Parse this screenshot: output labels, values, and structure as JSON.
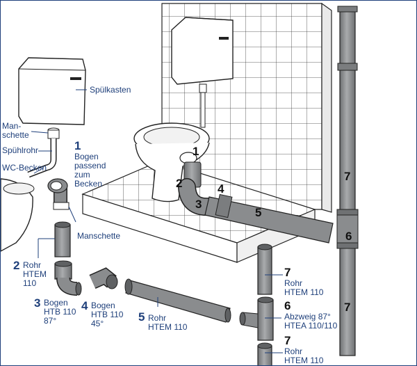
{
  "colors": {
    "label": "#1e3f7a",
    "pipe": "#8a8c8e",
    "pipe_dark": "#5f6163",
    "line": "#222222",
    "tile": "#ffffff"
  },
  "labels": {
    "spuelkasten": "Spülkasten",
    "manschette_top_1": "Man-",
    "manschette_top_2": "schette",
    "spuelrohr": "Spühlrohr",
    "wc_becken": "WC-Becken",
    "manschette": "Manschette"
  },
  "callouts": {
    "c1": {
      "num": "1",
      "line1": "Bogen",
      "line2": "passend",
      "line3": "zum",
      "line4": "Becken"
    }
  },
  "parts": [
    {
      "num": "2",
      "line1": "Rohr",
      "line2": "HTEM",
      "line3": "110"
    },
    {
      "num": "3",
      "line1": "Bogen",
      "line2": "HTB 110",
      "line3": "87°"
    },
    {
      "num": "4",
      "line1": "Bogen",
      "line2": "HTB 110",
      "line3": "45°"
    },
    {
      "num": "5",
      "line1": "Rohr",
      "line2": "HTEM 110"
    },
    {
      "num": "7",
      "line1": "Rohr",
      "line2": "HTEM 110"
    },
    {
      "num": "6",
      "line1": "Abzweig 87°",
      "line2": "HTEA 110/110"
    },
    {
      "num": "7",
      "line1": "Rohr",
      "line2": "HTEM 110"
    }
  ],
  "markers": [
    {
      "num": "1"
    },
    {
      "num": "2"
    },
    {
      "num": "3"
    },
    {
      "num": "4"
    },
    {
      "num": "5"
    },
    {
      "num": "6"
    },
    {
      "num": "7"
    },
    {
      "num": "7"
    }
  ]
}
